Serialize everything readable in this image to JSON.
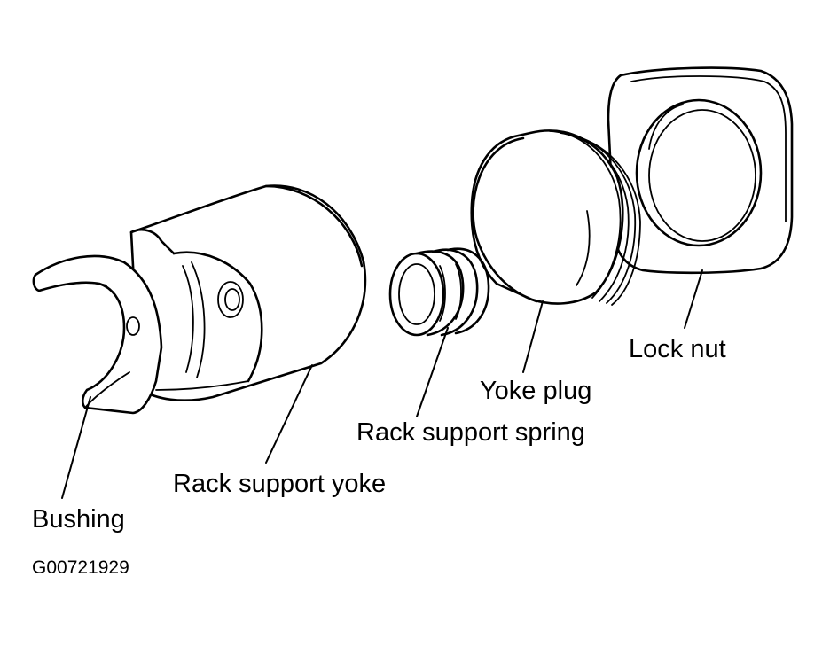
{
  "labels": {
    "bushing": "Bushing",
    "yoke": "Rack support yoke",
    "spring": "Rack support spring",
    "plug": "Yoke plug",
    "locknut": "Lock nut"
  },
  "figure_id": "G00721929"
}
